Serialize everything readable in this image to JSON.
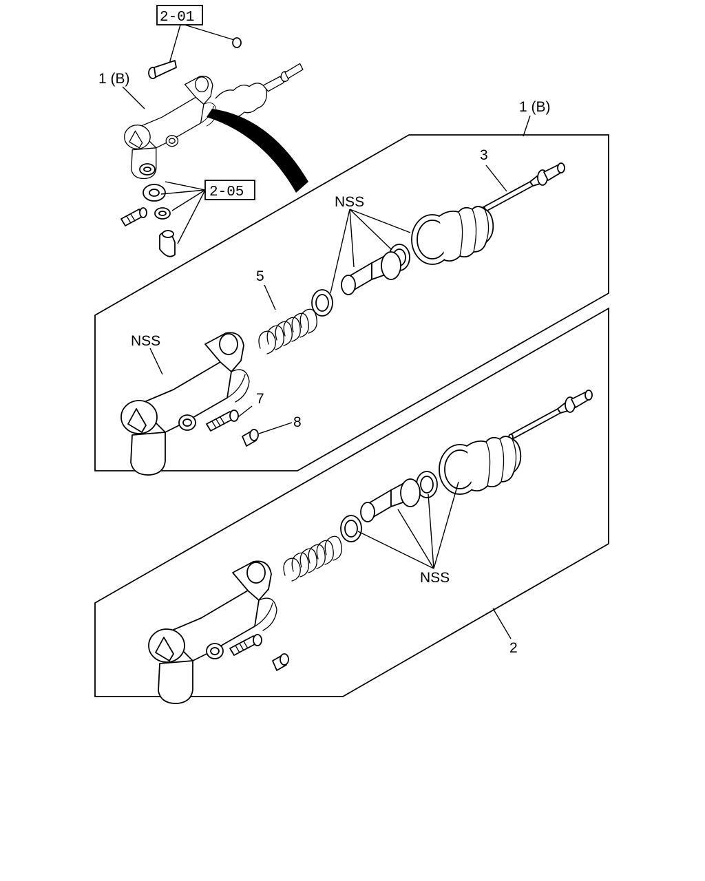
{
  "labels": {
    "ref_2_01": "2-01",
    "ref_2_05": "2-05",
    "assy_top_left": "1 (B)",
    "assy_top_right": "1 (B)",
    "part_3": "3",
    "part_5": "5",
    "part_7": "7",
    "part_8": "8",
    "part_2": "2",
    "nss_upper_seals": "NSS",
    "nss_upper_body": "NSS",
    "nss_lower": "NSS"
  }
}
